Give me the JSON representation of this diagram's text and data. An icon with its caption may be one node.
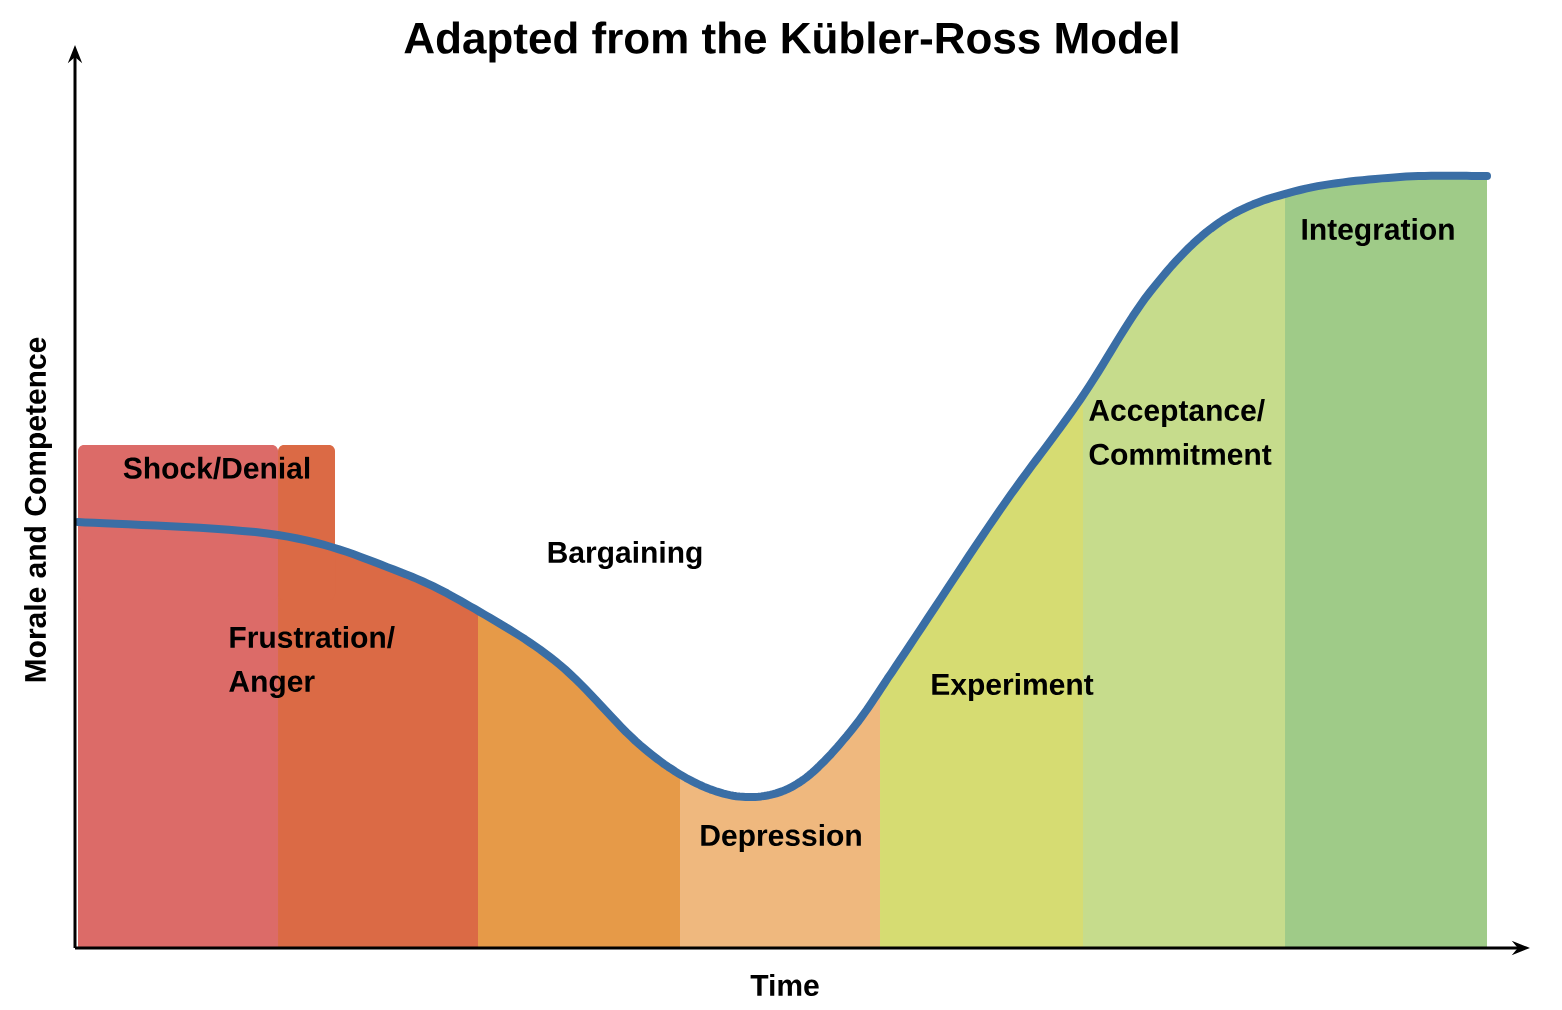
{
  "diagram": {
    "title": "Adapted from the Kübler-Ross Model",
    "nodes": [
      {
        "text": [
          "Shock/Denial"
        ]
      },
      {
        "text": [
          "Frustration/ Anger"
        ]
      },
      {
        "text": [
          "Bargaining"
        ]
      },
      {
        "text": [
          "Depression"
        ]
      },
      {
        "text": [
          "Experiment"
        ]
      },
      {
        "text": [
          "Acceptance/ Commitment"
        ]
      },
      {
        "text": [
          "Integration"
        ]
      }
    ],
    "labels": [
      "Morale and Competence",
      "Time"
    ]
  }
}
